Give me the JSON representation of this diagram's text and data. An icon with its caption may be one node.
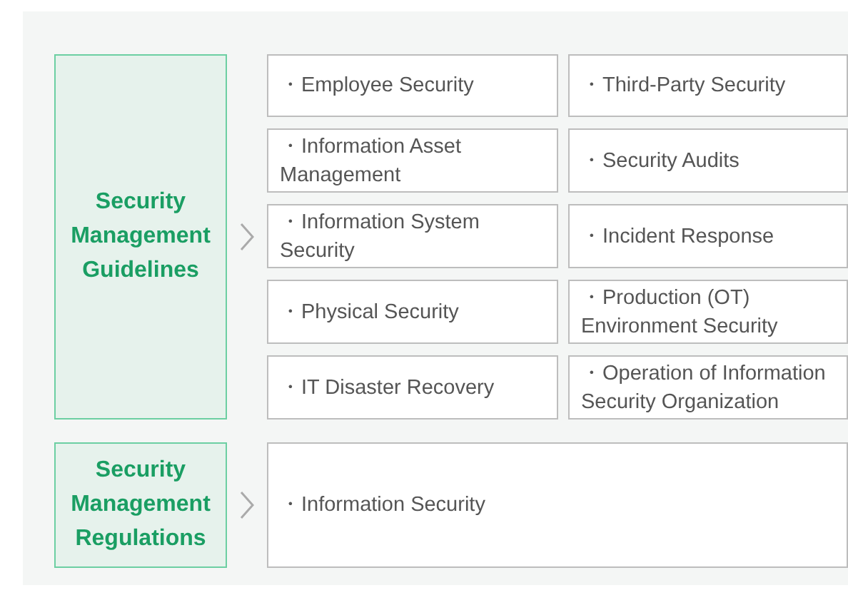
{
  "diagram": {
    "nodes": [
      {
        "text": [
          "Security Management Guidelines"
        ]
      },
      {
        "text": [
          "・Employee Security"
        ]
      },
      {
        "text": [
          "・Third-Party Security"
        ]
      },
      {
        "text": [
          "・Information Asset Management"
        ]
      },
      {
        "text": [
          "・Security Audits"
        ]
      },
      {
        "text": [
          "・Information System Security"
        ]
      },
      {
        "text": [
          "・Incident Response"
        ]
      },
      {
        "text": [
          "・Physical Security"
        ]
      },
      {
        "text": [
          "・Production (OT) Environment Security"
        ]
      },
      {
        "text": [
          "・IT Disaster Recovery"
        ]
      },
      {
        "text": [
          "・Operation of Information Security Organization"
        ]
      },
      {
        "text": [
          "Security Management Regulations"
        ]
      },
      {
        "text": [
          "・Information Security"
        ]
      }
    ],
    "edges": [
      {
        "from": 0,
        "to": null,
        "arrow": "to"
      },
      {
        "from": 11,
        "to": 12,
        "arrow": "to"
      }
    ]
  }
}
